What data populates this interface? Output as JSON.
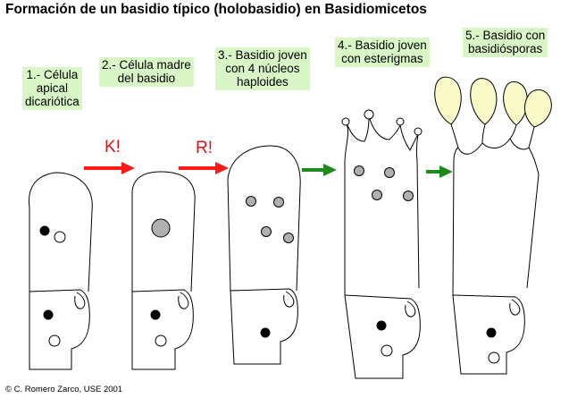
{
  "title": "Formación de un basidio típico (holobasidio) en Basidiomicetos",
  "stages": [
    {
      "lines": [
        "1.- Célula",
        "apical",
        "dicariótica"
      ]
    },
    {
      "lines": [
        "2.- Célula madre",
        "del basidio"
      ]
    },
    {
      "lines": [
        "3.- Basidio joven",
        "con 4 núcleos",
        "haploides"
      ]
    },
    {
      "lines": [
        "4.- Basidio joven",
        "con esterigmas"
      ]
    },
    {
      "lines": [
        "5.- Basidio con",
        "basidiósporas"
      ]
    }
  ],
  "arrows": {
    "k_label": "K!",
    "r_label": "R!"
  },
  "colors": {
    "label_bg": "#d9f7c6",
    "red_arrow": "#ff1a1a",
    "green_arrow": "#1e8a1e",
    "spore_fill": "#fafac8",
    "nucleus_gray": "#b0b0b0"
  },
  "copyright": "© C. Romero Zarco, USE 2001"
}
